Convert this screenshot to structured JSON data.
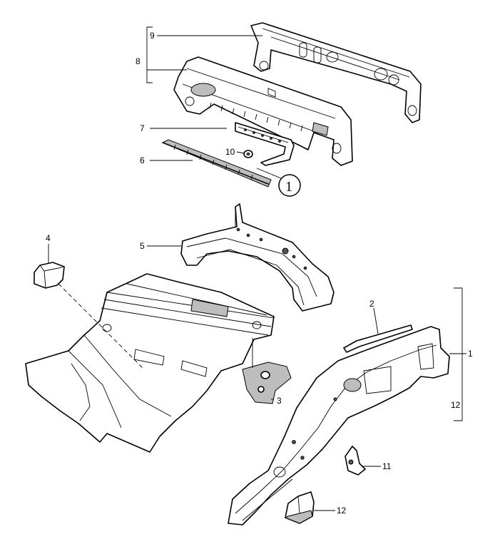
{
  "callouts": {
    "c1": "1",
    "c2": "2",
    "c3": "3",
    "c4": "4",
    "c5": "5",
    "c6": "6",
    "c7": "7",
    "c8": "8",
    "c9": "9",
    "c10": "10",
    "c11": "11",
    "c12_right": "12",
    "c12_bottom": "12",
    "circled_1": "1"
  },
  "colors": {
    "line": "#000000",
    "shade": "#bdbdbd",
    "background": "#ffffff"
  }
}
